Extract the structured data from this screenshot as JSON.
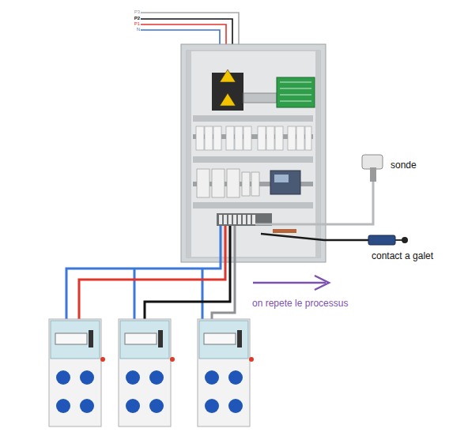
{
  "diagram": {
    "labels": [
      "P3",
      "P2",
      "P1",
      "N",
      "sonde",
      "contact a galet",
      "on repete le processus"
    ]
  }
}
